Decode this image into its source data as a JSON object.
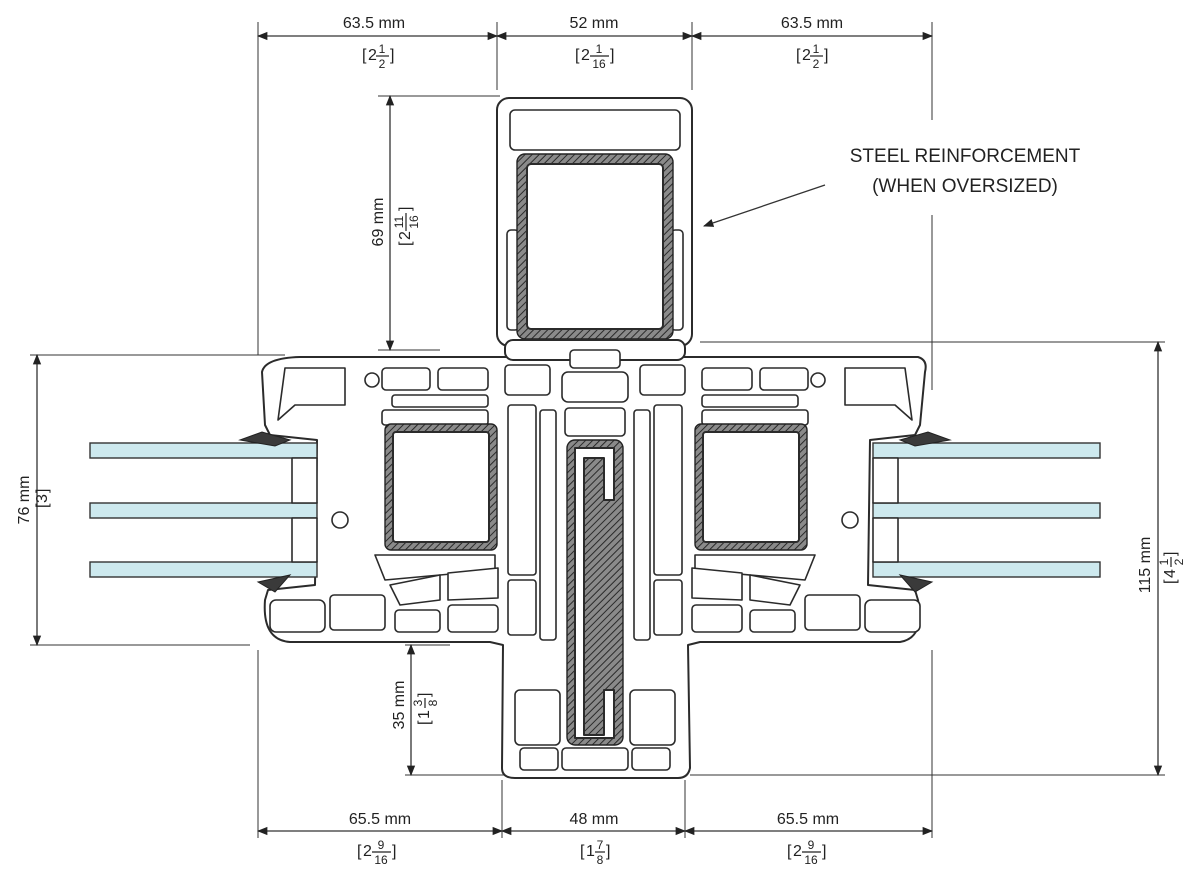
{
  "top_dimensions": [
    {
      "mm": "63.5 mm",
      "whole": "2",
      "num": "1",
      "den": "2"
    },
    {
      "mm": "52 mm",
      "whole": "2",
      "num": "1",
      "den": "16"
    },
    {
      "mm": "63.5 mm",
      "whole": "2",
      "num": "1",
      "den": "2"
    }
  ],
  "bottom_dimensions": [
    {
      "mm": "65.5 mm",
      "whole": "2",
      "num": "9",
      "den": "16"
    },
    {
      "mm": "48 mm",
      "whole": "1",
      "num": "7",
      "den": "8"
    },
    {
      "mm": "65.5 mm",
      "whole": "2",
      "num": "9",
      "den": "16"
    }
  ],
  "vertical_dimensions": {
    "upper_mullion": {
      "mm": "69 mm",
      "whole": "2",
      "num": "11",
      "den": "16"
    },
    "left_height": {
      "mm": "76 mm",
      "whole": "3",
      "num": "",
      "den": ""
    },
    "lower_mullion": {
      "mm": "35 mm",
      "whole": "1",
      "num": "3",
      "den": "8"
    },
    "overall_height": {
      "mm": "115 mm",
      "whole": "4",
      "num": "1",
      "den": "2"
    }
  },
  "callout": {
    "line1": "STEEL REINFORCEMENT",
    "line2": "(WHEN OVERSIZED)"
  },
  "colors": {
    "glass": "#cde9ee",
    "line": "#2b2b2b",
    "steel_hatch": "#555555",
    "gasket": "#3a3a3a"
  }
}
